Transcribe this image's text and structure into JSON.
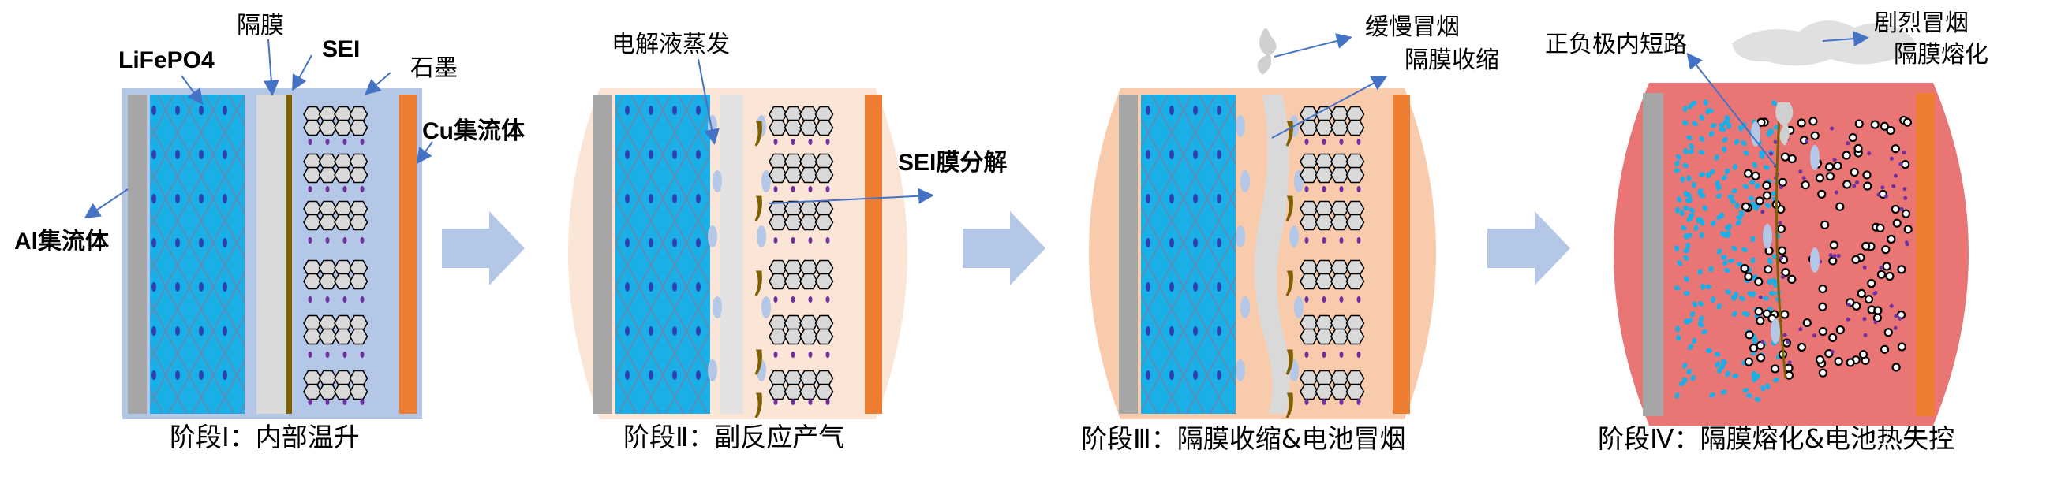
{
  "stage1": {
    "caption": "阶段Ⅰ：内部温升",
    "labels": {
      "lifepo4": "LiFePO4",
      "separator": "隔膜",
      "sei": "SEI",
      "graphite": "石墨",
      "cu_collector": "Cu集流体",
      "al_collector": "Al集流体"
    }
  },
  "stage2": {
    "caption": "阶段Ⅱ：副反应产气",
    "labels": {
      "electrolyte_evaporation": "电解液蒸发",
      "sei_decomposition": "SEI膜分解"
    }
  },
  "stage3": {
    "caption": "阶段Ⅲ：隔膜收缩&电池冒烟",
    "labels": {
      "slow_smoke": "缓慢冒烟",
      "separator_shrink": "隔膜收缩"
    }
  },
  "stage4": {
    "caption": "阶段Ⅳ：隔膜熔化&电池热失控",
    "labels": {
      "internal_short": "正负极内短路",
      "violent_smoke": "剧烈冒烟",
      "separator_melt": "隔膜熔化"
    }
  },
  "colors": {
    "stage1_bg": "#B4C7E7",
    "stage2_bg": "#FBE5D6",
    "stage3_bg": "#F8CBAD",
    "stage4_bg": "#EA7575",
    "cathode": "#1AAFE6",
    "copper": "#ED7D31",
    "aluminium": "#A6A6A6",
    "process_arrow": "#B4C7E7",
    "leader_line": "#4472C4",
    "lithium": "#7030A0"
  }
}
